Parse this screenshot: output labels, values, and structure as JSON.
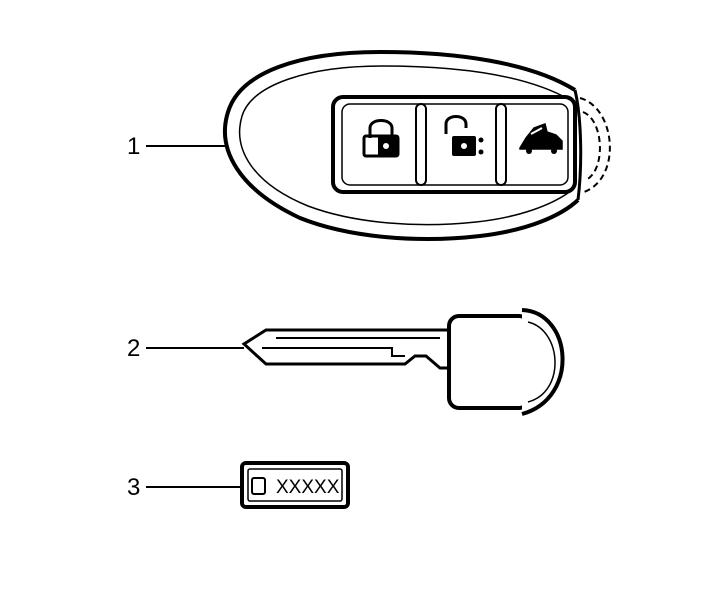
{
  "callouts": [
    {
      "number": "1",
      "part": "smart-key-fob"
    },
    {
      "number": "2",
      "part": "mechanical-key"
    },
    {
      "number": "3",
      "part": "key-number-tag"
    }
  ],
  "fob_buttons": [
    {
      "icon": "lock-icon",
      "function": "lock"
    },
    {
      "icon": "unlock-icon",
      "function": "unlock"
    },
    {
      "icon": "trunk-icon",
      "function": "trunk"
    }
  ],
  "key_tag": {
    "code": "XXXXX"
  },
  "colors": {
    "line": "#000000",
    "background": "#ffffff"
  }
}
